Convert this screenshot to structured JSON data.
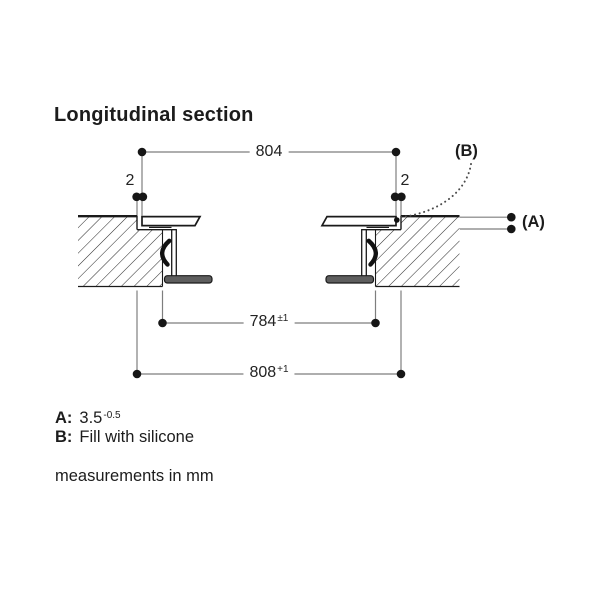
{
  "title": "Longitudinal section",
  "dimensions": {
    "top_width": "804",
    "gap_left": "2",
    "gap_right": "2",
    "inner_cutout": {
      "base": "784",
      "sup": "±1"
    },
    "outer_cutout": {
      "base": "808",
      "sup": "+1"
    }
  },
  "callouts": {
    "a": "(A)",
    "b": "(B)"
  },
  "notes": {
    "a_label": "A:",
    "a_value": "3.5",
    "a_sup": "-0.5",
    "b_label": "B:",
    "b_text": "Fill with silicone"
  },
  "footer": "measurements in mm",
  "colors": {
    "line": "#1a1a1a",
    "dimension_line": "#7e7e7e",
    "flange_fill": "#5e5e5e",
    "background": "#ffffff"
  }
}
